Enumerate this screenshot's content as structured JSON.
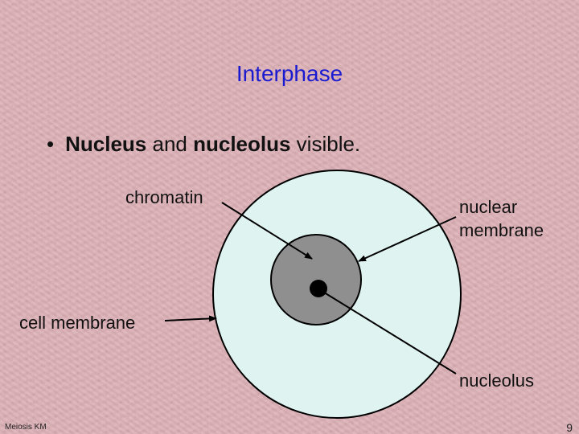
{
  "slide": {
    "title": "Interphase",
    "bullet": {
      "marker": "•",
      "part1": "Nucleus",
      "part2": " and ",
      "part3": "nucleolus",
      "part4": " visible."
    },
    "labels": {
      "chromatin": "chromatin",
      "nuclear_membrane_line1": "nuclear",
      "nuclear_membrane_line2": "membrane",
      "cell_membrane": "cell membrane",
      "nucleolus": "nucleolus"
    },
    "footer": {
      "left": "Meiosis KM",
      "page_number": "9"
    }
  },
  "colors": {
    "title": "#1a1ad0",
    "cell_fill": "#dff3f1",
    "nucleus_fill": "#8f8f8f",
    "nucleolus_fill": "#000000",
    "outline": "#000000"
  }
}
